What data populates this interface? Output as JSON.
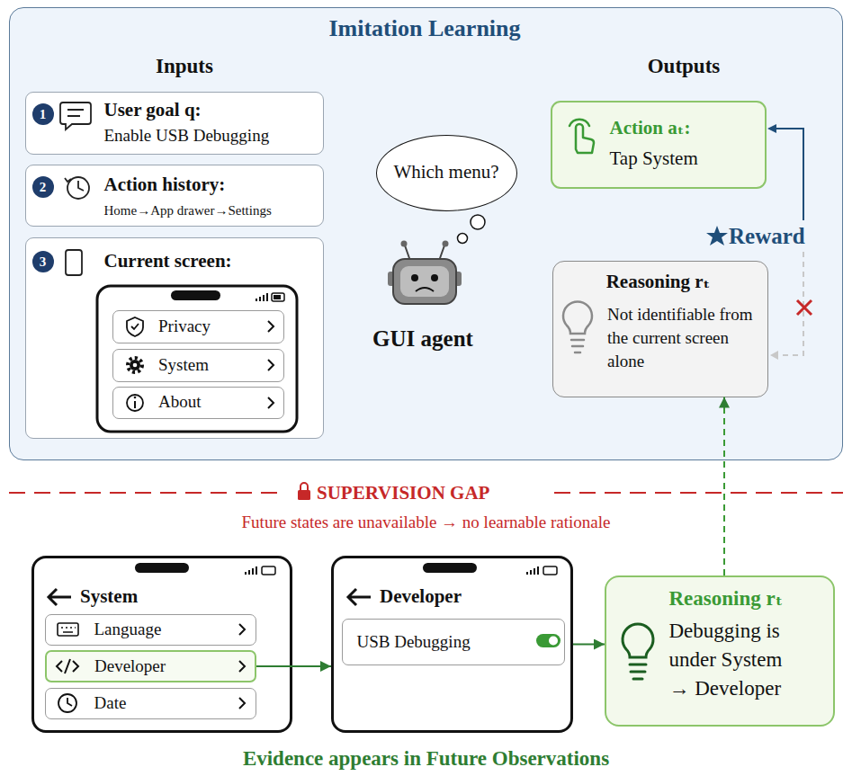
{
  "diagram": {
    "nodes": [
      {
        "text": [
          "Imitation Learning"
        ]
      },
      {
        "text": [
          "User goal q:",
          "Enable USB Debugging"
        ],
        "in": 0
      },
      {
        "text": [
          "1"
        ],
        "in": 1
      },
      {
        "text": [
          "Action history:",
          "Home→App drawer→Settings"
        ],
        "in": 0
      },
      {
        "text": [
          "2"
        ],
        "in": 3
      },
      {
        "text": [
          "Current screen:"
        ],
        "in": 0
      },
      {
        "text": [
          "3"
        ],
        "in": 5
      },
      {
        "text": [
          "Privacy"
        ],
        "in": 5
      },
      {
        "text": [
          "System"
        ],
        "in": 5
      },
      {
        "text": [
          "About"
        ],
        "in": 5
      },
      {
        "text": [
          "Which menu?"
        ],
        "in": 0
      },
      {
        "text": [
          "Action aₜ:",
          "Tap System"
        ],
        "in": 0
      },
      {
        "text": [
          "Reasoning rₜ",
          "Not identifiable from the current screen alone"
        ],
        "in": 0
      },
      {
        "text": [
          "System"
        ]
      },
      {
        "text": [
          "Language"
        ],
        "in": 13
      },
      {
        "text": [
          "Developer"
        ],
        "in": 13
      },
      {
        "text": [
          "Date"
        ],
        "in": 13
      },
      {
        "text": [
          "Developer"
        ]
      },
      {
        "text": [
          "USB Debugging"
        ],
        "in": 17
      },
      {
        "text": [
          "Reasoning rₜ",
          "Debugging is under System → Developer"
        ]
      }
    ],
    "edges": [
      {
        "from": 15,
        "to": 17,
        "arrow": "to"
      },
      {
        "from": 17,
        "to": 19,
        "arrow": "to"
      },
      {
        "from": 19,
        "to": 12,
        "arrow": "to"
      }
    ],
    "labels": [
      "Inputs",
      "Outputs",
      "GUI agent",
      "Reward",
      "SUPERVISION GAP",
      "Future states are unavailable → no learnable rationale",
      "Evidence appears in Future Observations"
    ]
  }
}
